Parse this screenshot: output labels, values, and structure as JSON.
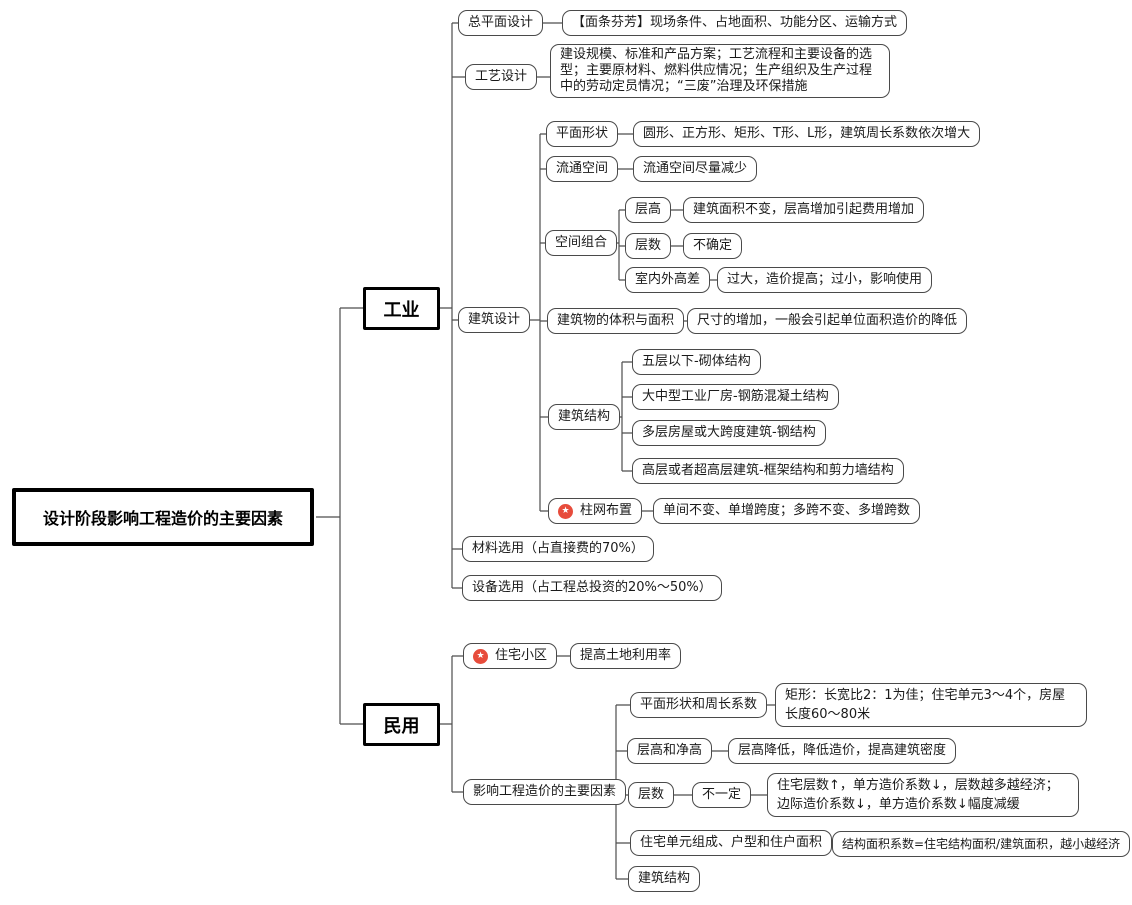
{
  "colors": {
    "node_border": "#4a4a4a",
    "connector": "#4d4d4d",
    "emphasis_border": "#000000",
    "badge_red": "#e74c3c",
    "background": "#ffffff"
  },
  "icons": {
    "star_badge": "★"
  },
  "mindmap": {
    "root": {
      "label": "设计阶段影响工程造价的主要因素"
    },
    "branches": [
      {
        "label": "工业",
        "children": [
          {
            "label": "总平面设计",
            "children": [
              {
                "label": "【面条芬芳】现场条件、占地面积、功能分区、运输方式"
              }
            ]
          },
          {
            "label": "工艺设计",
            "children": [
              {
                "label": "建设规模、标准和产品方案；工艺流程和主要设备的选型；主要原材料、燃料供应情况；生产组织及生产过程中的劳动定员情况；“三废”治理及环保措施"
              }
            ]
          },
          {
            "label": "建筑设计",
            "children": [
              {
                "label": "平面形状",
                "children": [
                  {
                    "label": "圆形、正方形、矩形、T形、L形，建筑周长系数依次增大"
                  }
                ]
              },
              {
                "label": "流通空间",
                "children": [
                  {
                    "label": "流通空间尽量减少"
                  }
                ]
              },
              {
                "label": "空间组合",
                "children": [
                  {
                    "label": "层高",
                    "children": [
                      {
                        "label": "建筑面积不变，层高增加引起费用增加"
                      }
                    ]
                  },
                  {
                    "label": "层数",
                    "children": [
                      {
                        "label": "不确定"
                      }
                    ]
                  },
                  {
                    "label": "室内外高差",
                    "children": [
                      {
                        "label": "过大，造价提高；过小，影响使用"
                      }
                    ]
                  }
                ]
              },
              {
                "label": "建筑物的体积与面积",
                "children": [
                  {
                    "label": "尺寸的增加，一般会引起单位面积造价的降低"
                  }
                ]
              },
              {
                "label": "建筑结构",
                "children": [
                  {
                    "label": "五层以下-砌体结构"
                  },
                  {
                    "label": "大中型工业厂房-钢筋混凝土结构"
                  },
                  {
                    "label": "多层房屋或大跨度建筑-钢结构"
                  },
                  {
                    "label": "高层或者超高层建筑-框架结构和剪力墙结构"
                  }
                ]
              },
              {
                "label": "柱网布置",
                "icon": "star_badge",
                "children": [
                  {
                    "label": "单间不变、单增跨度；多跨不变、多增跨数"
                  }
                ]
              }
            ]
          },
          {
            "label": "材料选用（占直接费的70%）"
          },
          {
            "label": "设备选用（占工程总投资的20%～50%）"
          }
        ]
      },
      {
        "label": "民用",
        "children": [
          {
            "label": "住宅小区",
            "icon": "star_badge",
            "children": [
              {
                "label": "提高土地利用率"
              }
            ]
          },
          {
            "label": "影响工程造价的主要因素",
            "children": [
              {
                "label": "平面形状和周长系数",
                "children": [
                  {
                    "label": "矩形：长宽比2：1为佳；住宅单元3～4个，房屋长度60～80米"
                  }
                ]
              },
              {
                "label": "层高和净高",
                "children": [
                  {
                    "label": "层高降低，降低造价，提高建筑密度"
                  }
                ]
              },
              {
                "label": "层数",
                "children": [
                  {
                    "label": "不一定",
                    "children": [
                      {
                        "label": "住宅层数↑，单方造价系数↓，层数越多越经济；边际造价系数↓，单方造价系数↓幅度减缓"
                      }
                    ]
                  }
                ]
              },
              {
                "label": "住宅单元组成、户型和住户面积",
                "children": [
                  {
                    "label": "结构面积系数=住宅结构面积/建筑面积，越小越经济"
                  }
                ]
              },
              {
                "label": "建筑结构"
              }
            ]
          }
        ]
      }
    ]
  }
}
